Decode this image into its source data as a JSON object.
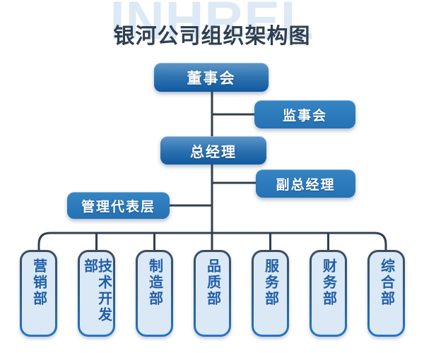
{
  "title": "银河公司组织架构图",
  "watermark": "INHREL",
  "nodes": {
    "board": "董事会",
    "supervisory": "监事会",
    "general_manager": "总经理",
    "deputy_general_manager": "副总经理",
    "management_representative": "管理代表层"
  },
  "departments": [
    {
      "label": "营销部"
    },
    {
      "label": "技术开发部"
    },
    {
      "label": "制造部"
    },
    {
      "label": "品质部"
    },
    {
      "label": "服务部"
    },
    {
      "label": "财务部"
    },
    {
      "label": "综合部"
    }
  ],
  "colors": {
    "title_text": "#2f3e4f",
    "watermark_text": "#dde9f5",
    "node_gradient_top": "#5e97c9",
    "node_gradient_bottom": "#11599f",
    "node_flat_blue": "#2b7abd",
    "node_text": "#ffffff",
    "dept_fill": "#dbe8f5",
    "dept_border_top": "#3c4d5f",
    "dept_border_bottom": "#2277cb",
    "dept_text": "#1f5ea6",
    "connector_line": "#31404f",
    "background": "#ffffff"
  }
}
